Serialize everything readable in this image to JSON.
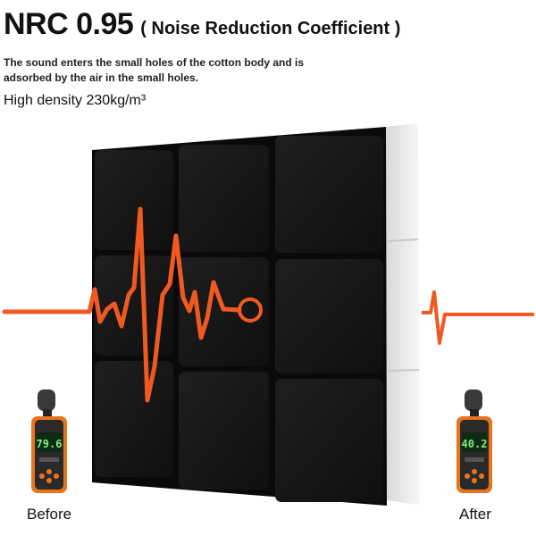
{
  "heading": {
    "main": "NRC 0.95",
    "sub": "( Noise Reduction Coefficient )"
  },
  "description": "The sound enters the small holes of the cotton body and is adsorbed by the air in the small holes.",
  "density": "High density 230kg/m³",
  "meters": {
    "before": {
      "label": "Before",
      "reading": "79.6"
    },
    "after": {
      "label": "After",
      "reading": "40.2"
    }
  },
  "colors": {
    "wave": "#f05a22",
    "panel": "#151515",
    "panel_back": "#eeeeee",
    "meter_body": "#e8741e",
    "meter_screen": "#0e2a14",
    "meter_digits": "#7cf07c"
  }
}
